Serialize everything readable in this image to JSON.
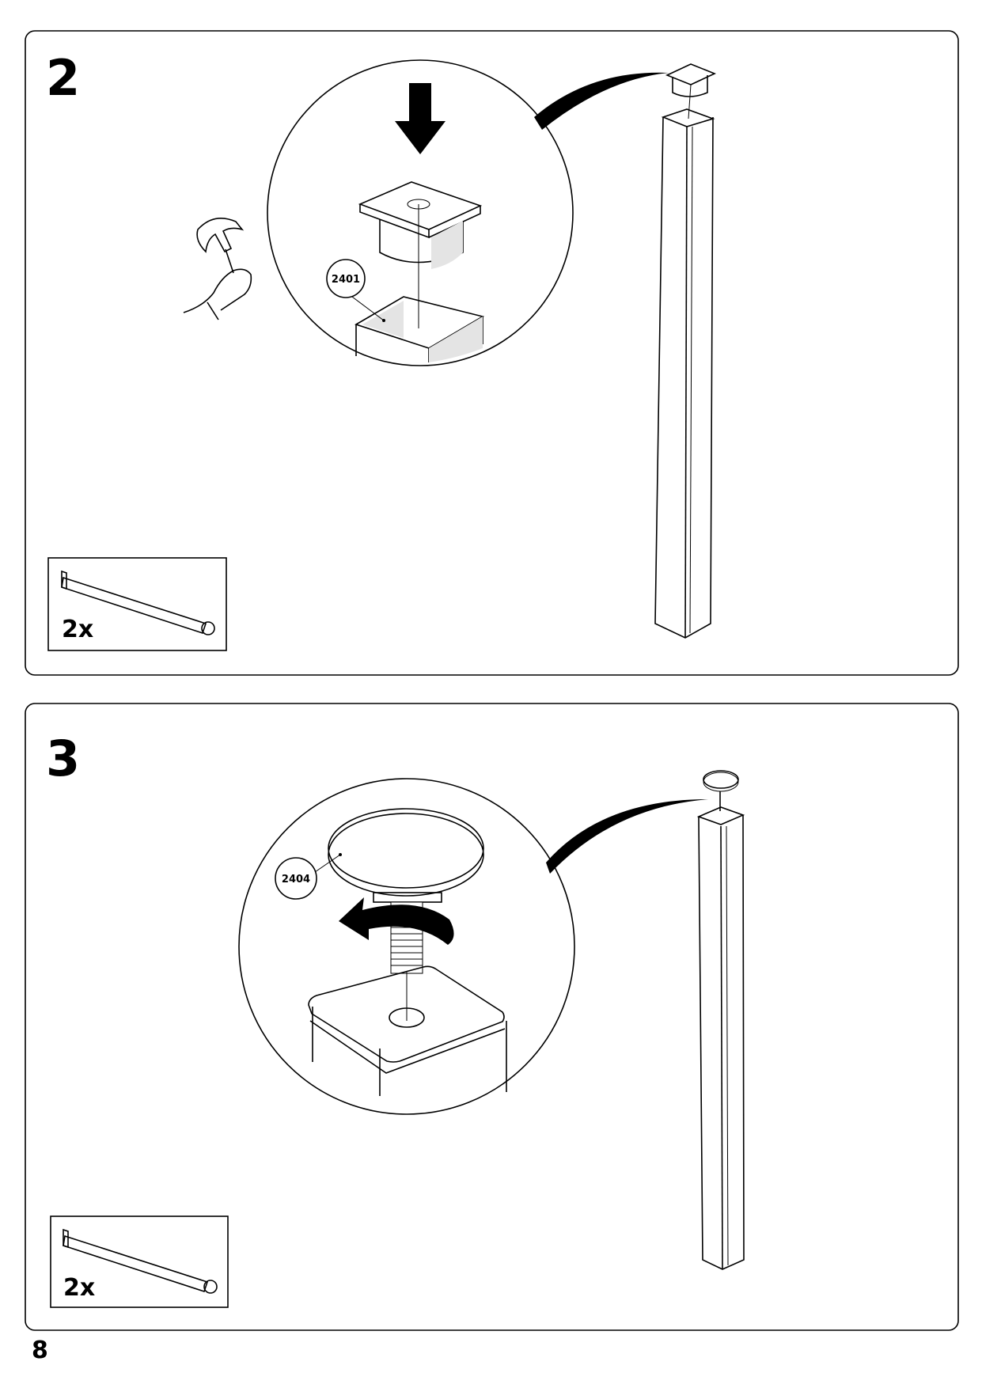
{
  "page_number": "8",
  "steps": [
    {
      "number": "2",
      "part_label": "2401",
      "quantity": "2x",
      "action": "hammer-tap"
    },
    {
      "number": "3",
      "part_label": "2404",
      "quantity": "2x",
      "action": "screw-rotate"
    }
  ],
  "colors": {
    "line": "#000000",
    "shade": "#e4e4e4",
    "background": "#ffffff"
  }
}
